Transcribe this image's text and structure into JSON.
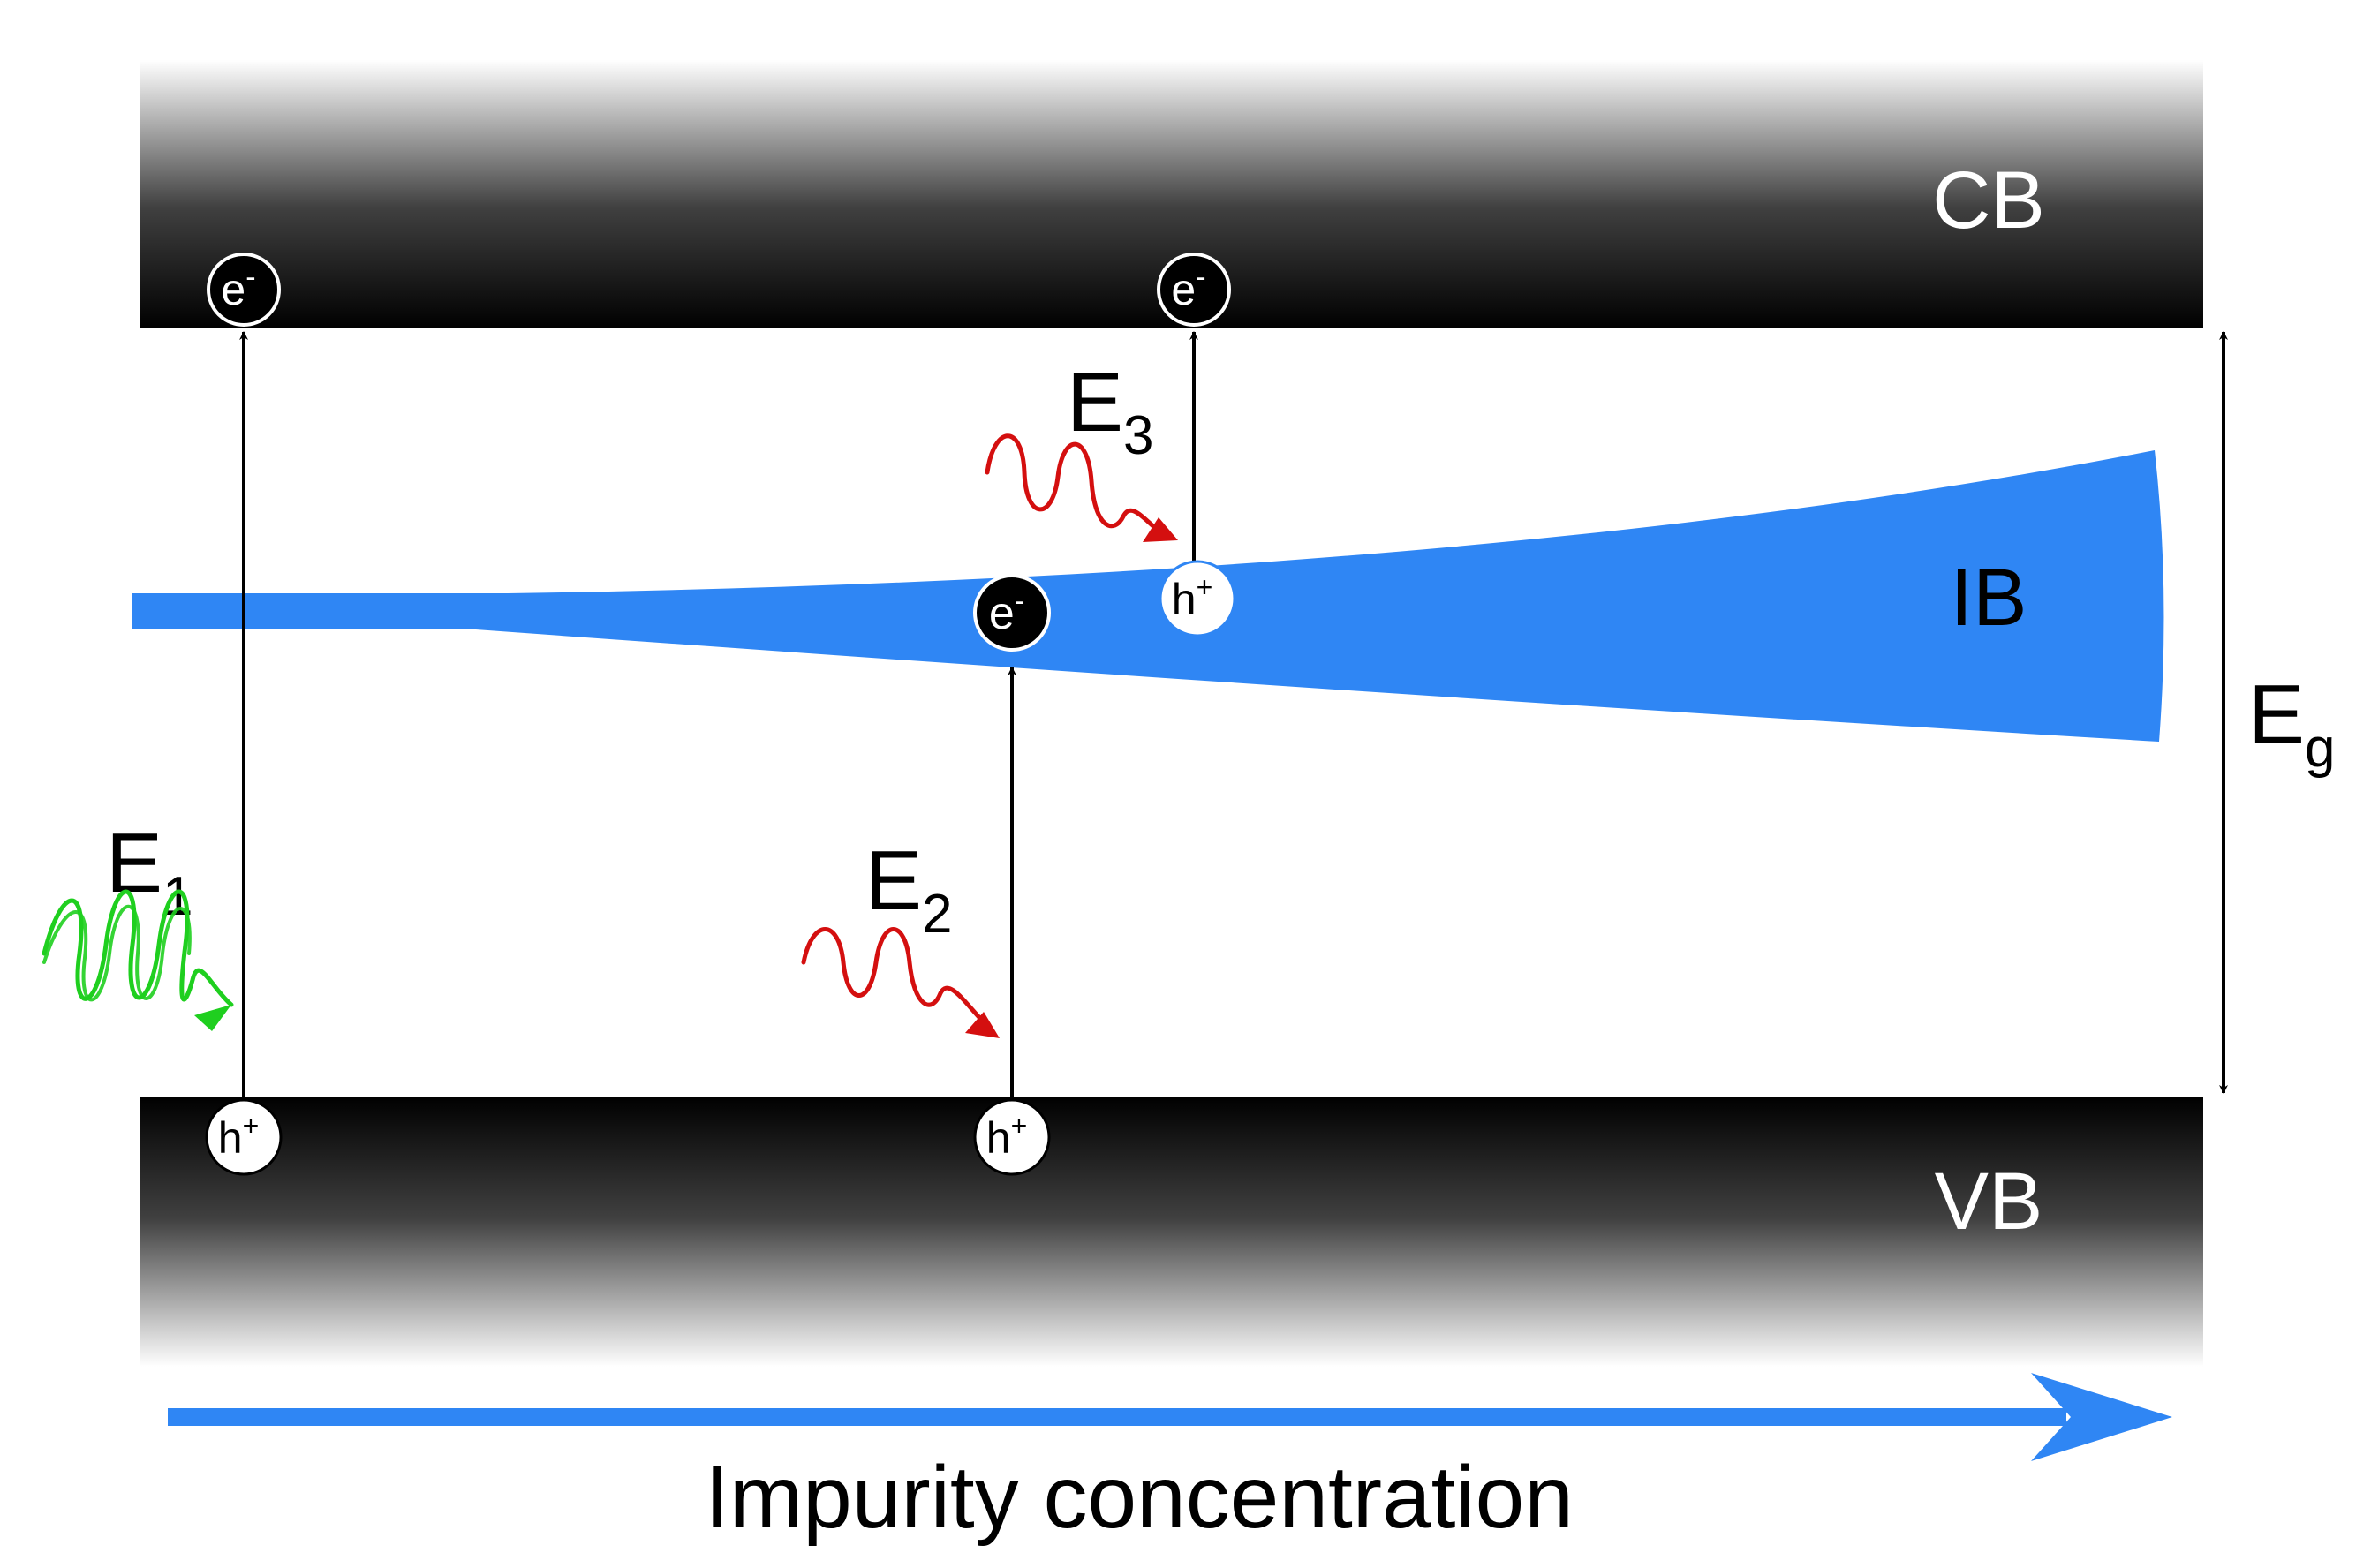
{
  "bands": {
    "cb": "CB",
    "vb": "VB",
    "ib": "IB"
  },
  "energies": {
    "e1": {
      "main": "E",
      "sub": "1"
    },
    "e2": {
      "main": "E",
      "sub": "2"
    },
    "e3": {
      "main": "E",
      "sub": "3"
    },
    "eg": {
      "main": "E",
      "sub": "g"
    }
  },
  "carriers": {
    "electron": {
      "main": "e",
      "sup": "-"
    },
    "hole": {
      "main": "h",
      "sup": "+"
    }
  },
  "axis_label": "Impurity concentration",
  "colors": {
    "band_dark": "#000000",
    "ib_blue": "#2f86f4",
    "photon_green": "#1fcf1f",
    "photon_red": "#d40f0f",
    "axis_arrow": "#2f86f4"
  }
}
